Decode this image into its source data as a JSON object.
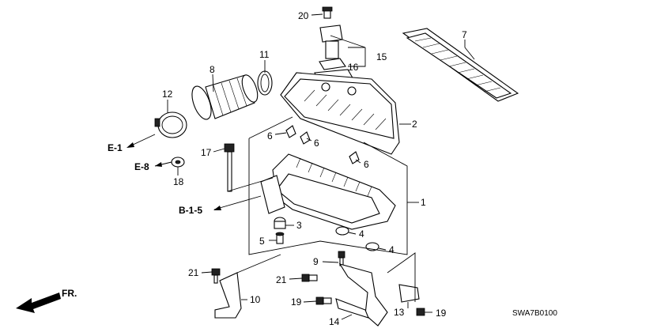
{
  "diagram_code": "SWA7B0100",
  "direction_label": "FR.",
  "refs": {
    "e1": "E-1",
    "e8": "E-8",
    "b15": "B-1-5"
  },
  "callouts": {
    "c1": "1",
    "c2": "2",
    "c3": "3",
    "c4a": "4",
    "c4b": "4",
    "c5": "5",
    "c6a": "6",
    "c6b": "6",
    "c6c": "6",
    "c7": "7",
    "c8": "8",
    "c9": "9",
    "c10": "10",
    "c11": "11",
    "c12": "12",
    "c13": "13",
    "c14": "14",
    "c15": "15",
    "c16": "16",
    "c17": "17",
    "c18": "18",
    "c19a": "19",
    "c19b": "19",
    "c20": "20",
    "c21a": "21",
    "c21b": "21"
  }
}
